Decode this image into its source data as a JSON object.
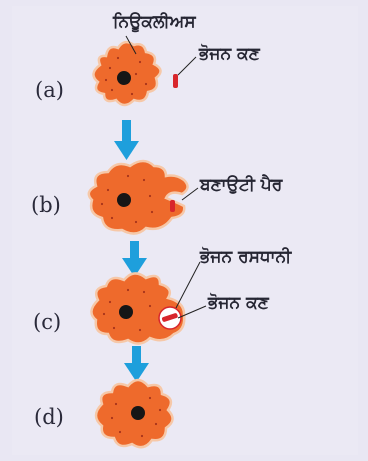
{
  "stages": [
    {
      "id": "a",
      "label": "(a)"
    },
    {
      "id": "b",
      "label": "(b)"
    },
    {
      "id": "c",
      "label": "(c)"
    },
    {
      "id": "d",
      "label": "(d)"
    }
  ],
  "annotations": {
    "nucleus": "ਨਿਊਕਲੀਅਸ",
    "food_particle_a": "ਭੋਜਨ ਕਣ",
    "pseudopodia": "ਬਣਾਉਟੀ ਪੈਰ",
    "food_vacuole": "ਭੋਜਨ ਰਸਧਾਨੀ",
    "food_particle_c": "ਭੋਜਨ ਕਣ"
  },
  "colors": {
    "cell_fill": "#ee6a2c",
    "cell_outline": "#f6c8a8",
    "nucleus": "#161616",
    "arrow": "#1e9fdc",
    "food_particle": "#d8262c"
  }
}
